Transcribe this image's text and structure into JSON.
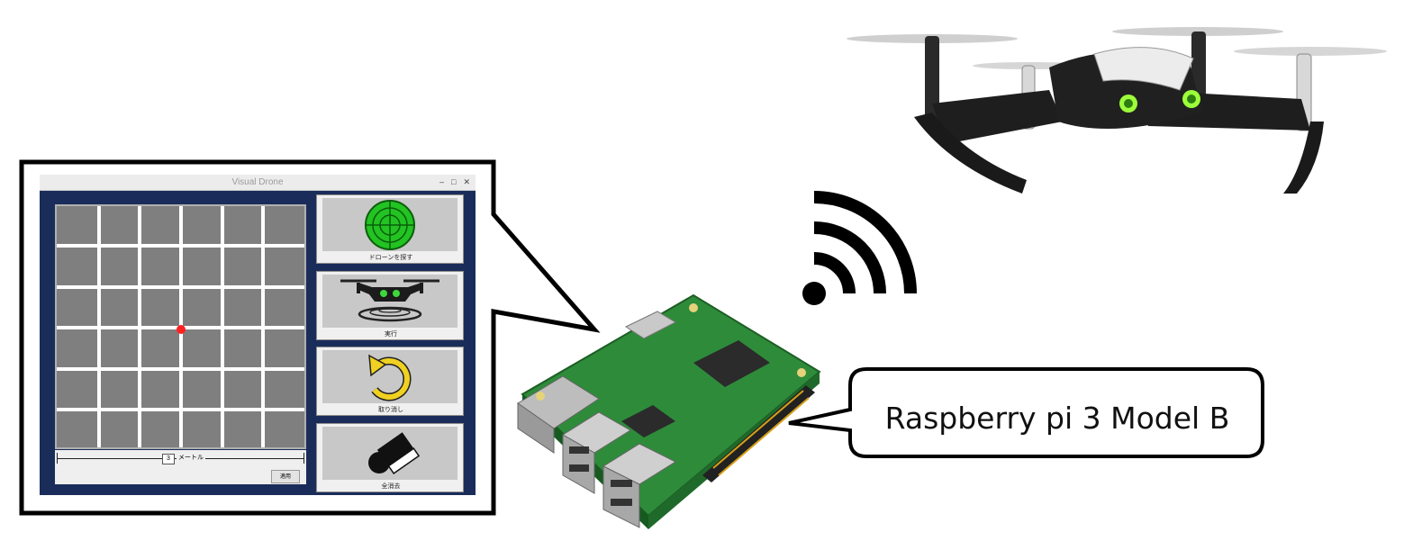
{
  "window": {
    "title": "Visual Drone",
    "controls": [
      "–",
      "□",
      "✕"
    ]
  },
  "grid": {
    "rows": 6,
    "cols": 6,
    "marker_color": "#ff2020",
    "background_color": "#7f7f7f",
    "line_color": "#ffffff"
  },
  "distance": {
    "value": "3",
    "unit_label": "メートル",
    "apply_label": "適用"
  },
  "buttons": [
    {
      "label": "ドローンを探す",
      "icon": "radar-icon"
    },
    {
      "label": "実行",
      "icon": "drone-takeoff-icon"
    },
    {
      "label": "取り消し",
      "icon": "undo-icon"
    },
    {
      "label": "全消去",
      "icon": "eraser-icon"
    }
  ],
  "device_label": "Raspberry pi 3 Model B",
  "colors": {
    "window_frame": "#1a2d5a",
    "radar_green": "#22c322",
    "undo_yellow": "#f0d020",
    "pcb_green": "#2e8b3a"
  }
}
